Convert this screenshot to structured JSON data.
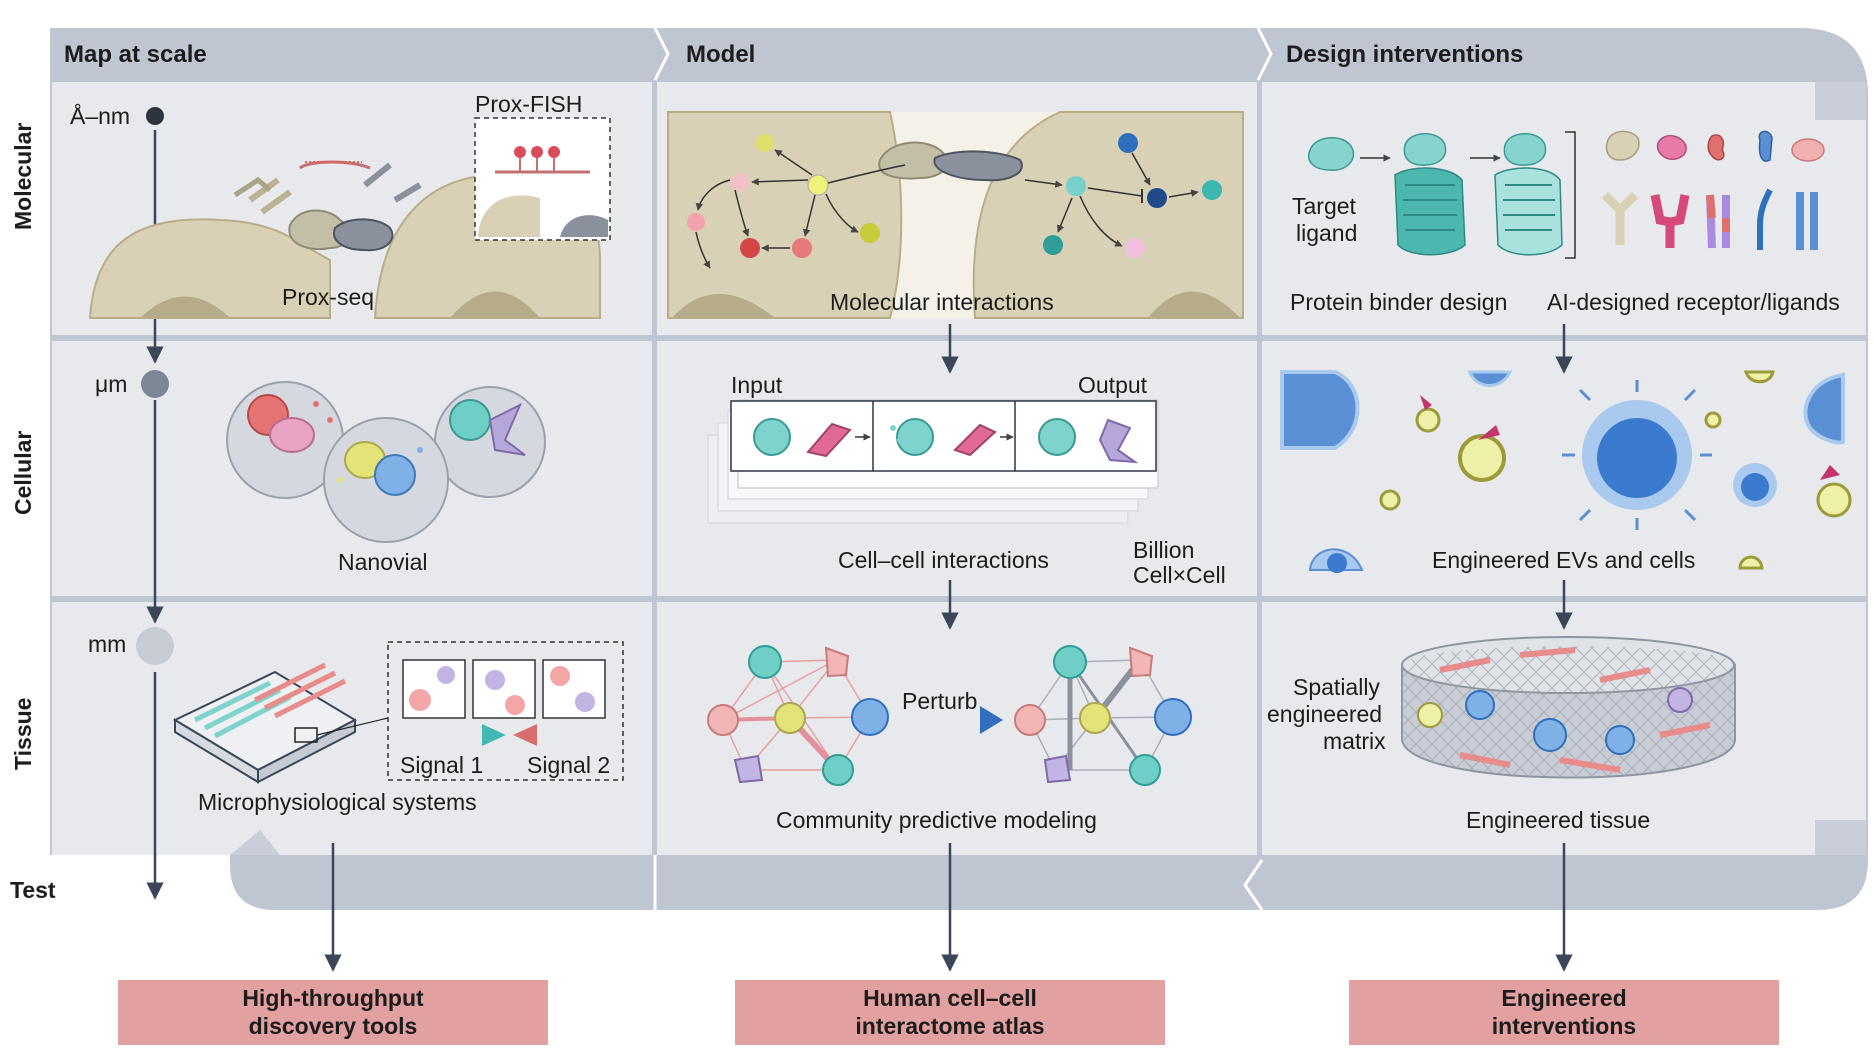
{
  "columns": {
    "map": "Map at scale",
    "model": "Model",
    "design": "Design interventions"
  },
  "rows": {
    "molecular": "Molecular",
    "cellular": "Cellular",
    "tissue": "Tissue",
    "test": "Test"
  },
  "scale": {
    "nm": "Å–nm",
    "um": "μm",
    "mm": "mm"
  },
  "map_col": {
    "prox_fish": "Prox-FISH",
    "prox_seq": "Prox-seq",
    "nanovial": "Nanovial",
    "signal1": "Signal 1",
    "signal2": "Signal 2",
    "mps": "Microphysiological systems"
  },
  "model_col": {
    "molecular_interactions": "Molecular interactions",
    "input": "Input",
    "output": "Output",
    "cell_cell": "Cell–cell interactions",
    "billion_1": "Billion",
    "billion_2": "Cell×Cell",
    "perturb": "Perturb",
    "community": "Community predictive modeling"
  },
  "design_col": {
    "target_1": "Target",
    "target_2": "ligand",
    "binder": "Protein binder design",
    "ai_designed": "AI-designed receptor/ligands",
    "evs": "Engineered EVs and cells",
    "spatial_1": "Spatially",
    "spatial_2": "engineered",
    "spatial_3": "matrix",
    "tissue": "Engineered tissue"
  },
  "outcomes": {
    "o1_line1": "High-throughput",
    "o1_line2": "discovery tools",
    "o2_line1": "Human cell–cell",
    "o2_line2": "interactome atlas",
    "o3_line1": "Engineered",
    "o3_line2": "interventions"
  },
  "colors": {
    "header_band": "#bfc5d1",
    "panel": "#e7e9ed",
    "outcome": "#e2a0a0",
    "arrow": "#3b4758",
    "cell_tan": "#d9d1b6",
    "teal": "#5cc3be",
    "blue": "#5b9ad8",
    "pink": "#e48f9c",
    "yellow": "#dede6a"
  }
}
